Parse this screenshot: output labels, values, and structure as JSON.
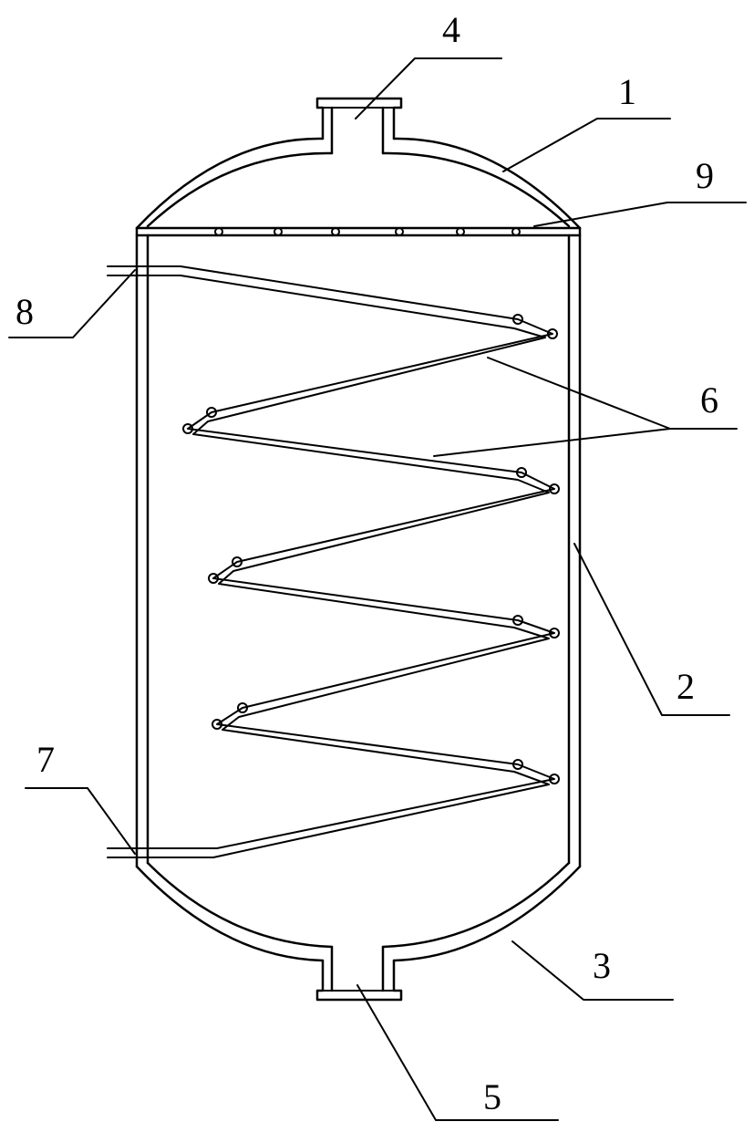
{
  "labels": {
    "top_head": "1",
    "shell": "2",
    "bottom_head": "3",
    "top_nozzle": "4",
    "bottom_nozzle": "5",
    "coil": "6",
    "coil_inlet": "7",
    "coil_outlet": "8",
    "distributor": "9"
  },
  "colors": {
    "ink": "#000000",
    "background": "#ffffff"
  }
}
